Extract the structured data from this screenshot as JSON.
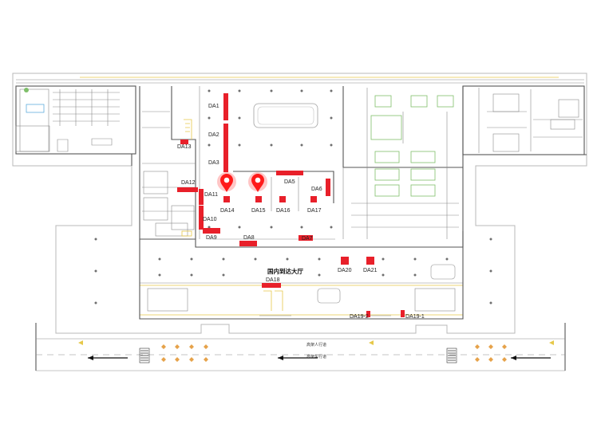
{
  "colors": {
    "ad_spot": "#e8202a",
    "marker": "#ff1a1a",
    "wall": "#555555",
    "accent_yellow": "#e6c84a",
    "accent_green": "#7fbf6a"
  },
  "hall_label": "国内到达大厅",
  "walkway_label": "高架人行道",
  "roadway_label": "高架车行道",
  "spots": [
    {
      "id": "DA1",
      "label": "DA1"
    },
    {
      "id": "DA2",
      "label": "DA2"
    },
    {
      "id": "DA3",
      "label": "DA3"
    },
    {
      "id": "DA5",
      "label": "DA5"
    },
    {
      "id": "DA6",
      "label": "DA6"
    },
    {
      "id": "DA7",
      "label": "DA7"
    },
    {
      "id": "DA8",
      "label": "DA8"
    },
    {
      "id": "DA9",
      "label": "DA9"
    },
    {
      "id": "DA10",
      "label": "DA10"
    },
    {
      "id": "DA11",
      "label": "DA11"
    },
    {
      "id": "DA12",
      "label": "DA12"
    },
    {
      "id": "DA13",
      "label": "DA13"
    },
    {
      "id": "DA14",
      "label": "DA14"
    },
    {
      "id": "DA15",
      "label": "DA15"
    },
    {
      "id": "DA16",
      "label": "DA16"
    },
    {
      "id": "DA17",
      "label": "DA17"
    },
    {
      "id": "DA18",
      "label": "DA18"
    },
    {
      "id": "DA19-1",
      "label": "DA19-1"
    },
    {
      "id": "DA19-2",
      "label": "DA19-2"
    },
    {
      "id": "DA20",
      "label": "DA20"
    },
    {
      "id": "DA21",
      "label": "DA21"
    }
  ],
  "markers": [
    {
      "name": "location-pin-icon",
      "spot": "DA14"
    },
    {
      "name": "location-pin-icon",
      "spot": "DA15"
    }
  ],
  "icons": [
    "location-pin-icon",
    "arrow-left-icon",
    "stair-icon"
  ]
}
